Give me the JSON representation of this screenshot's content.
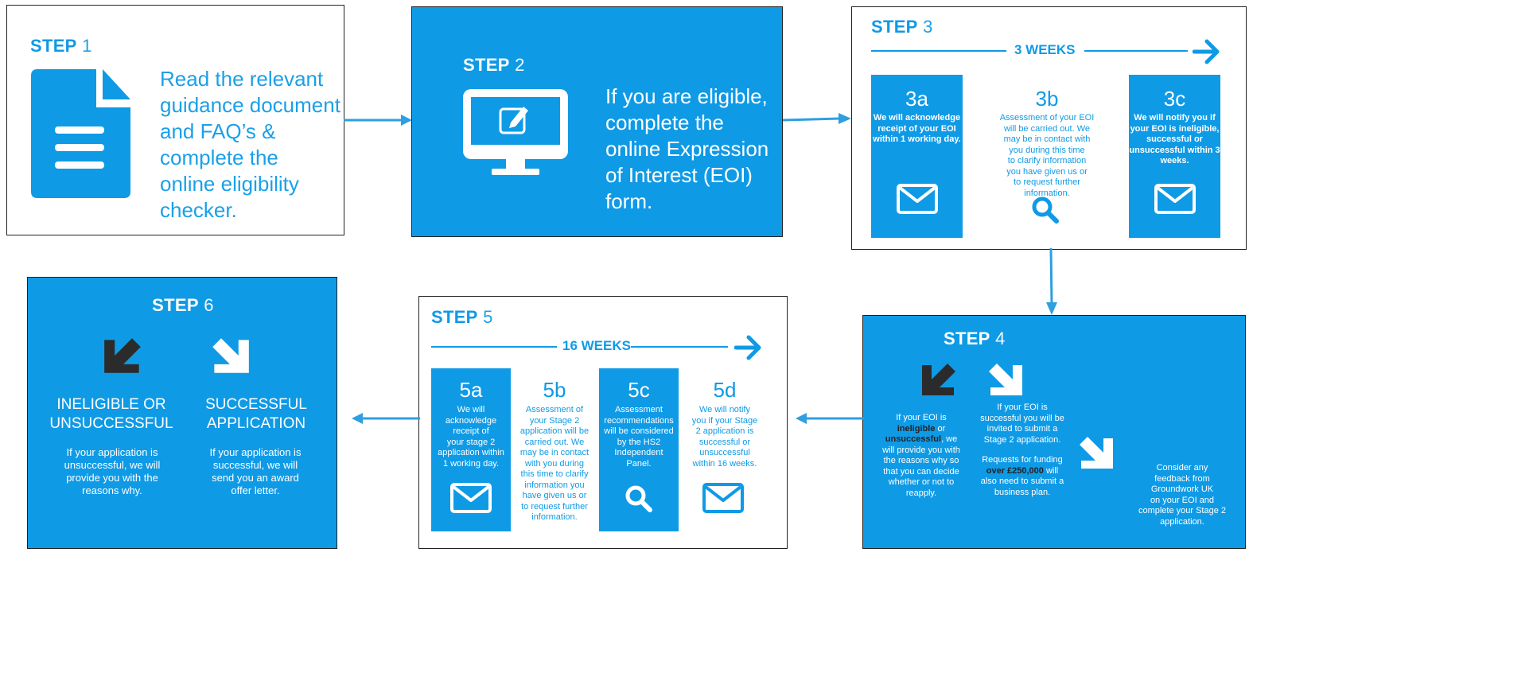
{
  "step_word": "STEP",
  "step1": {
    "num": "1",
    "text": [
      "Read the relevant",
      "guidance document",
      "and FAQ’s &",
      "complete the",
      "online eligibility",
      "checker."
    ]
  },
  "step2": {
    "num": "2",
    "text": [
      "If you are eligible,",
      "complete the",
      "online Expression",
      "of Interest (EOI)",
      "form."
    ]
  },
  "step3": {
    "num": "3",
    "duration": "3 WEEKS",
    "sub": [
      {
        "label": "3a",
        "text": [
          "We will acknowledge",
          "receipt of your EOI",
          "within 1 working day."
        ]
      },
      {
        "label": "3b",
        "text": [
          "Assessment of your EOI",
          "will be carried out. We",
          "may be in contact with",
          "you during this time",
          "to clarify information",
          "you have given us or",
          "to request further",
          "information."
        ]
      },
      {
        "label": "3c",
        "text": [
          "We will notify you if",
          "your EOI is ineligible,",
          "successful or",
          "unsuccessful within 3",
          "weeks."
        ]
      }
    ]
  },
  "step4": {
    "num": "4",
    "left": {
      "line1": "If your EOI is",
      "bold1": "ineligible",
      "or": " or",
      "bold2": "unsuccessful",
      "rest": [
        ", we",
        "will provide you with",
        "the reasons why so",
        "that you can decide",
        "whether or not to",
        "reapply."
      ]
    },
    "middle": {
      "lines": [
        "If your EOI is",
        "successful you will be",
        "invited to submit a",
        "Stage 2 application."
      ],
      "lines2a": "Requests for funding",
      "bold": "over £250,000",
      "lines2b": " will",
      "lines2c": [
        "also need to submit a",
        "business plan."
      ]
    },
    "right": [
      "Consider any",
      "feedback from",
      "Groundwork UK",
      "on your EOI and",
      "complete your Stage 2",
      "application."
    ]
  },
  "step5": {
    "num": "5",
    "duration": "16 WEEKS",
    "sub": [
      {
        "label": "5a",
        "text": [
          "We will",
          "acknowledge",
          "receipt of",
          "your stage 2",
          "application within",
          "1 working day."
        ]
      },
      {
        "label": "5b",
        "text": [
          "Assessment of",
          "your Stage 2",
          "application will be",
          "carried out. We",
          "may be in contact",
          "with you during",
          "this time to clarify",
          "information you",
          "have given us or",
          "to request further",
          "information."
        ]
      },
      {
        "label": "5c",
        "text": [
          "Assessment",
          "recommendations",
          "will be considered",
          "by the HS2",
          "Independent",
          "Panel."
        ]
      },
      {
        "label": "5d",
        "text": [
          "We will notify",
          "you if your Stage",
          "2 application is",
          "successful or",
          "unsuccessful",
          "within 16 weeks."
        ]
      }
    ]
  },
  "step6": {
    "num": "6",
    "left": {
      "title": [
        "INELIGIBLE OR",
        "UNSUCCESSFUL"
      ],
      "text": [
        "If your application is",
        "unsuccessful, we will",
        "provide you with the",
        "reasons why."
      ]
    },
    "right": {
      "title": [
        "SUCCESSFUL",
        "APPLICATION"
      ],
      "text": [
        "If your application is",
        "successful, we will",
        "send you an award",
        "offer letter."
      ]
    }
  },
  "icons": {
    "document": "document-icon",
    "monitor": "monitor-edit-icon",
    "envelope": "envelope-icon",
    "search": "search-icon",
    "arrow_right": "arrow-right-icon",
    "arrow_down_left": "arrow-down-left-icon",
    "arrow_down_right": "arrow-down-right-icon"
  },
  "colors": {
    "brand_blue": "#0f9ae6",
    "connector": "#2e9fe0",
    "dark_arrow": "#2b2b2b"
  }
}
